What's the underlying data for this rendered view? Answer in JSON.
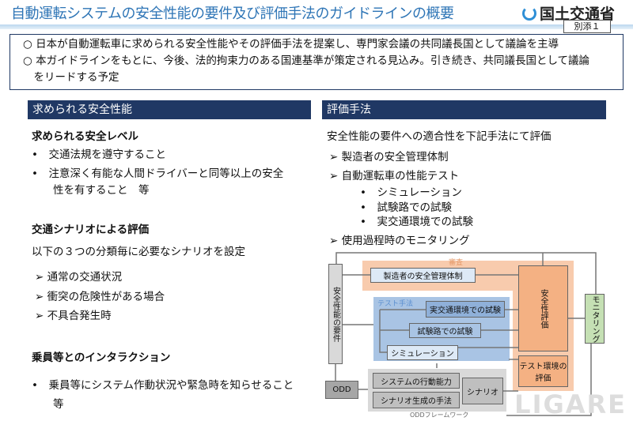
{
  "header": {
    "title": "自動運転システムの安全性能の要件及び評価手法のガイドラインの概要",
    "logo": "国土交通省",
    "annex": "別添１"
  },
  "summary": [
    "○ 日本が自動運転車に求められる安全性能やその評価手法を提案し、専門家会議の共同議長国として議論を主導",
    "○ 本ガイドラインをもとに、今後、法的拘束力のある国連基準が策定される見込み。引き続き、共同議長国として議論",
    "　をリードする予定"
  ],
  "left": {
    "header": "求められる安全性能",
    "s1": {
      "title": "求められる安全レベル",
      "items": [
        "•　交通法規を遵守すること",
        "•　注意深く有能な人間ドライバーと同等以上の安全",
        "　　性を有すること　等"
      ]
    },
    "s2": {
      "title": "交通シナリオによる評価",
      "desc": "以下の３つの分類毎に必要なシナリオを設定",
      "items": [
        "➢  通常の交通状況",
        "➢  衝突の危険性がある場合",
        "➢  不具合発生時"
      ]
    },
    "s3": {
      "title": "乗員等とのインタラクション",
      "items": [
        "•　乗員等にシステム作動状況や緊急時を知らせること",
        "　　等"
      ]
    }
  },
  "right": {
    "header": "評価手法",
    "desc": "安全性能の要件への適合性を下記手法にて評価",
    "items": [
      "➢  製造者の安全管理体制",
      "➢  自動運転車の性能テスト",
      "➢  使用過程時のモニタリング"
    ],
    "sub": [
      "シミュレーション",
      "試験路での試験",
      "実交通環境での試験"
    ]
  },
  "diagram": {
    "req": "安全性能の要件",
    "audit": "審査",
    "mfr": "製造者の安全管理体制",
    "safety_eval": "安全性評価",
    "test_method": "テスト手法",
    "real": "実交通環境での試験",
    "track": "試験路での試験",
    "sim": "シミュレーション",
    "test_env": "テスト環境の評価",
    "capability": "システムの行動能力",
    "scen_gen": "シナリオ生成の手法",
    "scenario": "シナリオ",
    "odd": "ODD",
    "odd_fw": "ODDフレームワーク",
    "monitor": "モニタリング"
  },
  "watermark": "LIGARE"
}
